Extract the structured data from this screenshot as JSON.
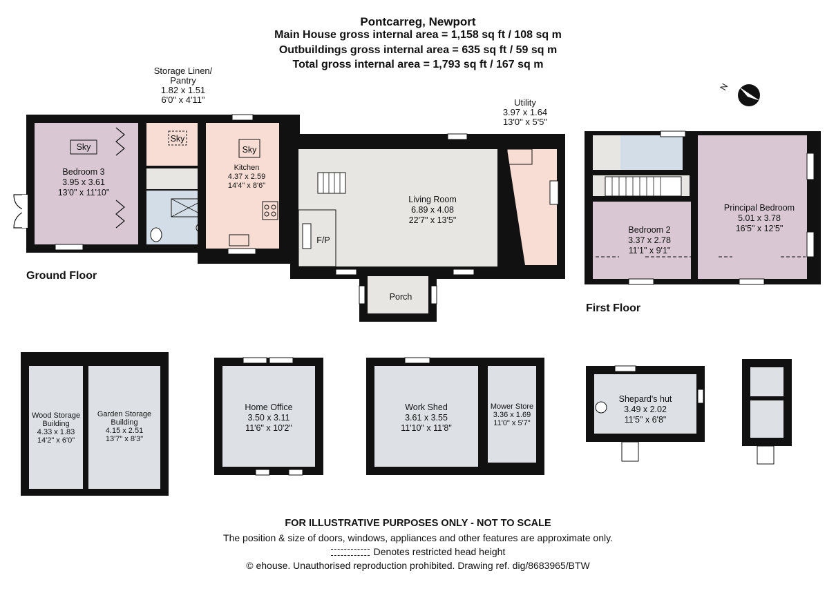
{
  "header": {
    "title": "Pontcarreg, Newport",
    "main_area": "Main House gross internal area = 1,158 sq ft / 108 sq m",
    "out_area": "Outbuildings gross internal area = 635 sq ft / 59 sq m",
    "total_area": "Total gross internal area = 1,793 sq ft / 167 sq m"
  },
  "floors": {
    "ground": "Ground Floor",
    "first": "First Floor"
  },
  "rooms": {
    "storage_linen": {
      "name1": "Storage Linen/",
      "name2": "Pantry",
      "m": "1.82 x 1.51",
      "ft": "6'0\" x 4'11\""
    },
    "utility": {
      "name": "Utility",
      "m": "3.97 x 1.64",
      "ft": "13'0\" x 5'5\""
    },
    "bedroom3": {
      "name": "Bedroom 3",
      "m": "3.95 x 3.61",
      "ft": "13'0\" x 11'10\""
    },
    "kitchen": {
      "name": "Kitchen",
      "m": "4.37 x 2.59",
      "ft": "14'4\" x 8'6\""
    },
    "living": {
      "name": "Living Room",
      "m": "6.89 x 4.08",
      "ft": "22'7\" x 13'5\""
    },
    "porch": {
      "name": "Porch"
    },
    "fp": "F/P",
    "sky": "Sky",
    "principal": {
      "name": "Principal Bedroom",
      "m": "5.01 x 3.78",
      "ft": "16'5\" x 12'5\""
    },
    "bedroom2": {
      "name": "Bedroom 2",
      "m": "3.37 x 2.78",
      "ft": "11'1\" x 9'1\""
    },
    "wood": {
      "name1": "Wood Storage",
      "name2": "Building",
      "m": "4.33 x 1.83",
      "ft": "14'2\" x 6'0\""
    },
    "garden": {
      "name1": "Garden Storage",
      "name2": "Building",
      "m": "4.15 x 2.51",
      "ft": "13'7\" x 8'3\""
    },
    "office": {
      "name": "Home Office",
      "m": "3.50 x 3.11",
      "ft": "11'6\" x 10'2\""
    },
    "shed": {
      "name": "Work Shed",
      "m": "3.61 x 3.55",
      "ft": "11'10\" x 11'8\""
    },
    "mower": {
      "name": "Mower Store",
      "m": "3.36 x 1.69",
      "ft": "11'0\" x 5'7\""
    },
    "hut": {
      "name": "Shepard's hut",
      "m": "3.49 x 2.02",
      "ft": "11'5\" x 6'8\""
    }
  },
  "compass_letter": "N",
  "footer": {
    "disclaimer": "FOR ILLUSTRATIVE PURPOSES ONLY - NOT TO SCALE",
    "note": "The position & size of doors, windows, appliances and other features are approximate only.",
    "legend": "Denotes restricted head height",
    "copyright": "© ehouse. Unauthorised reproduction prohibited. Drawing ref. dig/8683965/BTW"
  },
  "colors": {
    "wall": "#111111",
    "bedroom": "#d9c8d3",
    "living": "#e8e6e3",
    "kitchen": "#f7ddd3",
    "bath": "#d3dde8",
    "outbuilding": "#dde1e6"
  }
}
